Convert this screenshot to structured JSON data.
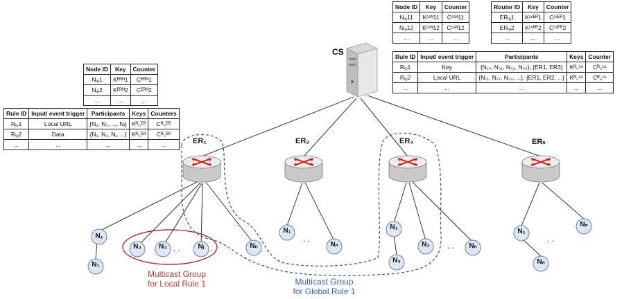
{
  "cs": {
    "label": "CS"
  },
  "routers": [
    {
      "label": "ER₁"
    },
    {
      "label": "ER₂"
    },
    {
      "label": "ER₃"
    },
    {
      "label": "ERₙ"
    }
  ],
  "nodes": {
    "er1": [
      "N₁",
      "N₁",
      "N₂",
      "N₃",
      "Nⱼ",
      "Nₙ"
    ],
    "er2": [
      "N₁",
      "Nₙ"
    ],
    "er3": [
      "N₁",
      "N₃",
      "N₂",
      "Nₙ"
    ],
    "ern": [
      "N₁",
      "Nₙ",
      "Nₙ"
    ]
  },
  "dots": ". .",
  "groups": {
    "local": {
      "line1": "Multicast Group",
      "line2": "for Local Rule 1",
      "color": "#b03a3a"
    },
    "global": {
      "line1": "Multicast Group",
      "line2": "for Global Rule 1",
      "color": "#3a5fa0"
    }
  },
  "tables": {
    "cs_nodes": {
      "headers": [
        "Node ID",
        "Key",
        "Counter"
      ],
      "rows": [
        [
          "Nᵢᵨ11",
          "Kᶜˢᴺ11",
          "Cᶜˢᴺ11"
        ],
        [
          "Nᵢᵨ12",
          "Kᶜˢᴺ12",
          "Cᶜˢᴺ12"
        ],
        [
          "...",
          "...",
          "..."
        ]
      ]
    },
    "cs_routers": {
      "headers": [
        "Router ID",
        "Key",
        "Counter"
      ],
      "rows": [
        [
          "ERᵢᵨ1",
          "Kᶜˢᴱᴿ1",
          "Cᶜˢᴱᴿ1"
        ],
        [
          "ERᵢᵨ2",
          "Kᶜˢᴱᴿ2",
          "Cᶜˢᴱᴿ2"
        ],
        [
          "...",
          "...",
          "..."
        ]
      ]
    },
    "cs_rules": {
      "headers": [
        "Rule ID",
        "Input/ event trigger",
        "Participants",
        "Keys",
        "Counter"
      ],
      "rows": [
        [
          "Rᵢᵨ1",
          "Key",
          "{N₁ₙ, N₃₁, N₃₂, N₃₃}, {ER1, ER3}",
          "Kᴿᵢ,ᶜˢ",
          "Cᴿᵢ,ᶜˢ"
        ],
        [
          "Rᵢᵨ2",
          "Local URL",
          "{N₁₁, N₂₁, N₂₂, ...}, {ER1, ER2, ...}",
          "Kᴿᵢ,ᶜˢ",
          "Cᴿᵢ,ᶜˢ"
        ],
        [
          "...",
          "...",
          "...",
          "...",
          "..."
        ]
      ]
    },
    "er_nodes": {
      "headers": [
        "Node ID",
        "Key",
        "Counter"
      ],
      "rows": [
        [
          "Nᵢᵨ1",
          "Kᴱᴿᴺ1",
          "Cᴱᴿᴺ1"
        ],
        [
          "Nᵢᵨ2",
          "Kᴱᴿᴺ2",
          "Cᴱᴿᴺ2"
        ],
        [
          "...",
          "...",
          "..."
        ]
      ]
    },
    "er_rules": {
      "headers": [
        "Rule ID",
        "Input/ event trigger",
        "Participants",
        "Keys",
        "Counters"
      ],
      "rows": [
        [
          "Rᵢᵨ1",
          "Local URL",
          "{N₂, N₃, ..., Nⱼ}",
          "Kᴿᵢ,ᴱᴿ",
          "Cᴿᵢ,ᴱᴿ"
        ],
        [
          "Rᵢᵨ2",
          "Data",
          "{N₁, N₂, Nⱼ, ...}",
          "Kᴿᵢ,ᴱᴿ",
          "Cᴿᵢ,ᴱᴿ"
        ],
        [
          "...",
          "...",
          "...",
          "...",
          "..."
        ]
      ]
    }
  }
}
